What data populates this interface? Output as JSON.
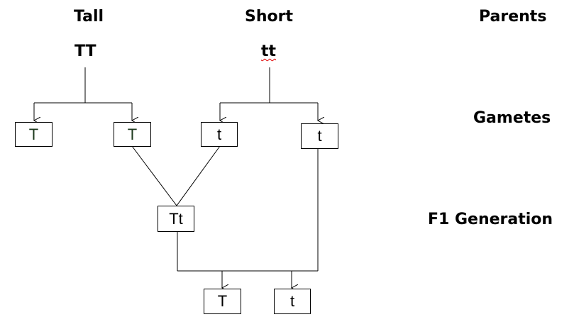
{
  "parents": {
    "tall_label": "Tall",
    "short_label": "Short",
    "row_label": "Parents",
    "tall_genotype": "TT",
    "short_genotype": "tt"
  },
  "gametes": {
    "row_label": "Gametes",
    "items": [
      "T",
      "T",
      "t",
      "t"
    ]
  },
  "f1": {
    "row_label": "F1 Generation",
    "genotype": "Tt"
  },
  "f1_gametes": {
    "items": [
      "T",
      "t"
    ]
  },
  "colors": {
    "line": "#000000",
    "spellcheck_underline": "#e00000"
  }
}
